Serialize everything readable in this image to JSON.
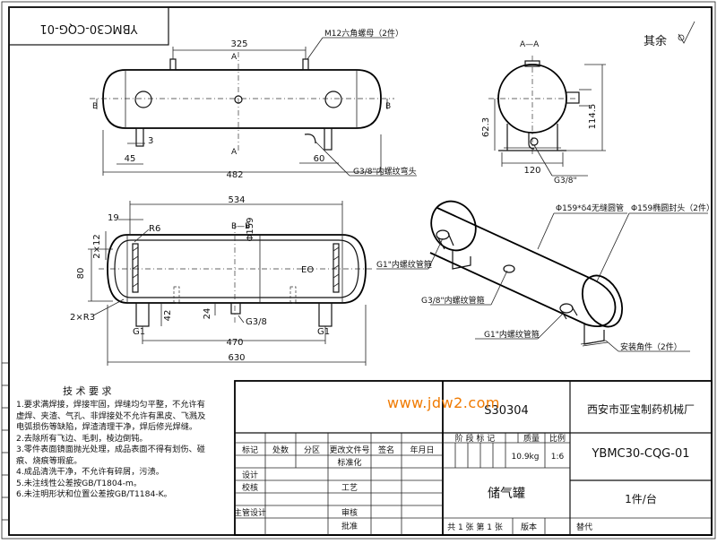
{
  "drawing_no_mirror": "YBMC30-CQG-01",
  "surface_finish": "其余",
  "top_view": {
    "dims": {
      "center_distance": "325",
      "overall": "482",
      "left_offset": "45",
      "plate": "3",
      "foot": "60"
    },
    "callouts": {
      "nut": "M12六角螺母（2件）",
      "bend_head": "G3/8\"内螺纹弯头"
    },
    "section_marks": {
      "a": "A",
      "b": "B"
    }
  },
  "section_aa": {
    "title": "A—A",
    "dims": {
      "height_center": "62.3",
      "height_total": "114.5",
      "feet_span": "120"
    },
    "callout": "G3/8\""
  },
  "section_bb": {
    "title": "B—B",
    "dims": {
      "top_span": "534",
      "wall": "19",
      "radius": "R6",
      "holes": "2×12",
      "height": "80",
      "corner_radius": "2×R3",
      "diameter": "Φ159",
      "leg_height": "42",
      "outlet_height": "24",
      "outlet": "G3/8",
      "inlet_left": "G1",
      "inlet_right": "G1",
      "span_470": "470",
      "overall_630": "630"
    },
    "center_mark": "EO"
  },
  "iso_view": {
    "callouts": {
      "tube": "Φ159*δ4无缝圆管",
      "head": "Φ159椭圆封头（2件）",
      "g1_top": "G1\"内螺纹管箍",
      "g38": "G3/8\"内螺纹管箍",
      "g1_bottom": "G1\"内螺纹管箍",
      "bracket": "安装角件（2件）"
    }
  },
  "notes": {
    "title": "技 术 要 求",
    "items": [
      "1.要求满焊接，焊接牢固，焊缝均匀平整，不允许有",
      "虚焊、夹渣、气孔、非焊接处不允许有黑皮、飞溅及",
      "电弧损伤等缺陷，焊渣清理干净，焊后修光焊缝。",
      "2.去除所有飞边、毛刺，棱边倒钝。",
      "3.零件表面镜面抛光处理，成品表面不得有划伤、碰",
      "痕、烧痕等瑕疵。",
      "4.成品清洗干净，不允许有碎屑，污渍。",
      "5.未注线性公差按GB/T1804-m。",
      "6.未注明形状和位置公差按GB/T1184-K。"
    ]
  },
  "watermark": "www.jdw2.com",
  "title_block": {
    "material": "S30304",
    "company": "西安市亚宝制药机械厂",
    "headers": [
      "标记",
      "处数",
      "分区",
      "更改文件号",
      "签名",
      "年月日"
    ],
    "stage_label": "阶 段 标 记",
    "mass_label": "质量",
    "scale_label": "比例",
    "mass": "10.9kg",
    "scale": "1:6",
    "drawing_no": "YBMC30-CQG-01",
    "roles": [
      "设计",
      "校核",
      "主管设计"
    ],
    "approvals": [
      "标准化",
      "工艺",
      "审核",
      "批准"
    ],
    "part_name": "储气罐",
    "quantity": "1件/台",
    "sheet_info": "共 1 张  第 1 张",
    "version_label": "版本",
    "replace_label": "替代"
  }
}
